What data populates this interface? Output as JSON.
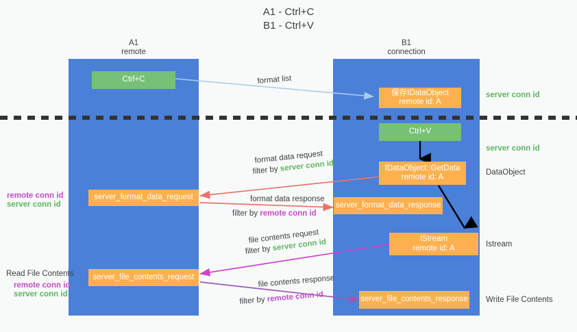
{
  "title": {
    "line1": "A1 - Ctrl+C",
    "line2": "B1 - Ctrl+V"
  },
  "columns": [
    {
      "name": "A1",
      "sub": "remote"
    },
    {
      "name": "B1",
      "sub": "connection"
    }
  ],
  "boxes": {
    "ctrl_c": "Ctrl+C",
    "ctrl_v": "Ctrl+V",
    "save_dataobject": "保存IDataObject\nremote id: A",
    "get_data": "IDataObject::GetData\nremote id: A",
    "istream": "IStream\nremote id: A",
    "server_format_data_request": "server_format_data_request",
    "server_format_data_response": "server_format_data_response",
    "server_file_contents_request": "server_file_contents_request",
    "server_file_contents_response": "server_file_contents_response"
  },
  "right_labels": {
    "server_conn_id_top": "server conn id",
    "server_conn_id_mid": "server conn id",
    "dataobject": "DataObject",
    "istream": "Istream",
    "write_file_contents": "Write File Contents"
  },
  "left_labels": {
    "remote_conn_id_1": "remote conn id",
    "server_conn_id_1": "server conn id",
    "read_file_contents": "Read File Contents",
    "remote_conn_id_2": "remote conn id",
    "server_conn_id_2": "server conn id"
  },
  "edge_labels": {
    "format_list": "format list",
    "format_data_request": "format data request",
    "format_data_request_filter_prefix": "filter by ",
    "format_data_request_filter_value": "server conn id",
    "format_data_response": "format data response",
    "format_data_response_filter_prefix": "filter by ",
    "format_data_response_filter_value": "remote conn id",
    "file_contents_request": "file contents request",
    "file_contents_request_filter_prefix": "filter by ",
    "file_contents_request_filter_value": "server conn id",
    "file_contents_response": "file contents response",
    "file_contents_response_filter_prefix": "filter by ",
    "file_contents_response_filter_value": "remote conn id"
  },
  "colors": {
    "column_blue": "#4a80d8",
    "box_green": "#77c077",
    "box_orange": "#fcb14e",
    "arrow_light_blue": "#a8cdeb",
    "arrow_red": "#e8736c",
    "arrow_magenta": "#cc44cc",
    "arrow_purple": "#9b59b6",
    "arrow_black": "#000000",
    "text_green": "#5cb860",
    "text_purple": "#c44ec9",
    "divider": "#333333",
    "background": "#f8f9f9"
  }
}
